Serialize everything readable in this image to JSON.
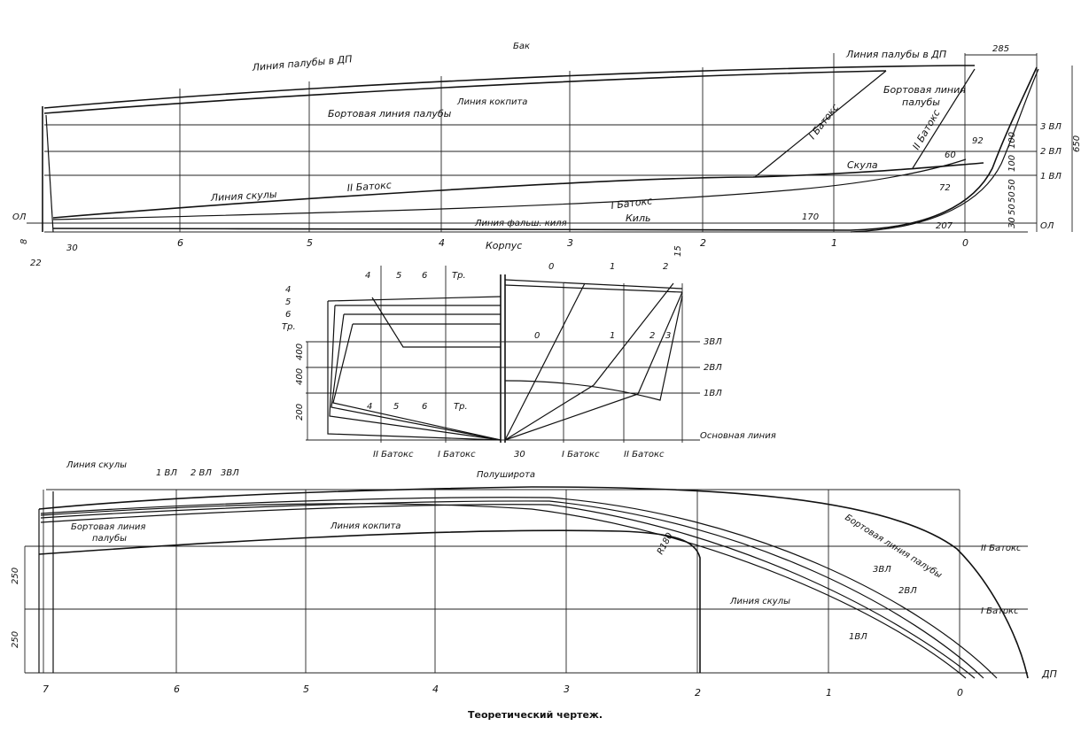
{
  "profile": {
    "label_bak": "Бак",
    "label_deck_dp_left": "Линия палубы в ДП",
    "label_deck_dp_right": "Линия палубы в ДП",
    "label_cockpit": "Линия кокпита",
    "label_side_deck": "Бортовая линия палубы",
    "label_batoks1": "I Батокс",
    "label_batoks2": "II Батокс",
    "label_side_deck_right_1": "Бортовая линия",
    "label_side_deck_right_2": "палубы",
    "label_chine": "Скула",
    "label_chine_line": "Линия скулы",
    "label_batoks2_low": "II Батокс",
    "label_batoks1_low": "I Батокс",
    "label_keel": "Киль",
    "label_false_keel": "Линия фальш. киля",
    "label_ol": "ОЛ",
    "label_ol_right": "ОЛ",
    "label_3vl": "3 ВЛ",
    "label_2vl": "2 ВЛ",
    "label_1vl": "1 ВЛ",
    "stations": [
      "6",
      "5",
      "4",
      "3",
      "2",
      "1",
      "0"
    ],
    "dims": {
      "d285": "285",
      "d650": "650",
      "d92": "92",
      "d60": "60",
      "d100a": "100",
      "d100b": "100",
      "d72": "72",
      "d50a": "50",
      "d50b": "50",
      "d50c": "50",
      "d30": "30",
      "d207": "207",
      "d170": "170",
      "d15": "15",
      "d8": "8",
      "d22": "22",
      "d30b": "30"
    }
  },
  "body_plan": {
    "title": "Корпус",
    "left_labels": [
      "4",
      "5",
      "6",
      "Тр."
    ],
    "top_labels_left": [
      "4",
      "5",
      "6",
      "Тр."
    ],
    "top_labels_right": [
      "0",
      "1",
      "2"
    ],
    "mid_labels_right": [
      "0",
      "1",
      "2",
      "3"
    ],
    "low_labels_left": [
      "4",
      "5",
      "6",
      "Тр."
    ],
    "vl_labels": [
      "3ВЛ",
      "2ВЛ",
      "1ВЛ"
    ],
    "base_label": "Основная линия",
    "dims": [
      "400",
      "400",
      "200"
    ],
    "bottom_labels": [
      "II Батокс",
      "I Батокс",
      "30",
      "I Батокс",
      "II Батокс"
    ]
  },
  "half_breadth": {
    "title": "Полуширота",
    "label_chine": "Линия скулы",
    "label_1vl": "1 ВЛ",
    "label_2vl": "2 ВЛ",
    "label_3vl": "3ВЛ",
    "label_side_deck_1": "Бортовая линия",
    "label_side_deck_2": "палубы",
    "label_cockpit": "Линия кокпита",
    "label_radius": "R180",
    "label_side_deck_right": "Бортовая линия палубы",
    "label_batoks2": "II Батокс",
    "label_batoks1": "I Батокс",
    "label_3vl_r": "3ВЛ",
    "label_2vl_r": "2ВЛ",
    "label_1vl_r": "1ВЛ",
    "label_chine_r": "Линия скулы",
    "label_dp": "ДП",
    "dims": [
      "250",
      "250"
    ],
    "stations": [
      "7",
      "6",
      "5",
      "4",
      "3",
      "2",
      "1",
      "0"
    ]
  },
  "caption": "Теоретический чертеж."
}
